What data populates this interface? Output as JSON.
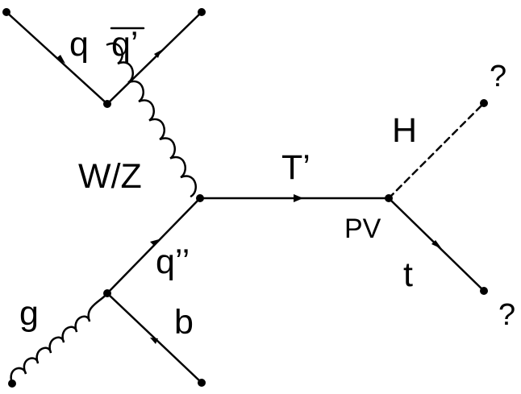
{
  "labels": {
    "q": "q",
    "qbar_prime": "q’",
    "wz": "W/Z",
    "q_double_prime": "q’’",
    "g": "g",
    "b": "b",
    "t_prime": "T’",
    "h": "H",
    "pv": "PV",
    "t": "t",
    "unknown_top": "?",
    "unknown_bottom": "?"
  },
  "colors": {
    "line": "#000000",
    "background": "#ffffff"
  },
  "icons": {
    "vertex": "filled-circle"
  }
}
